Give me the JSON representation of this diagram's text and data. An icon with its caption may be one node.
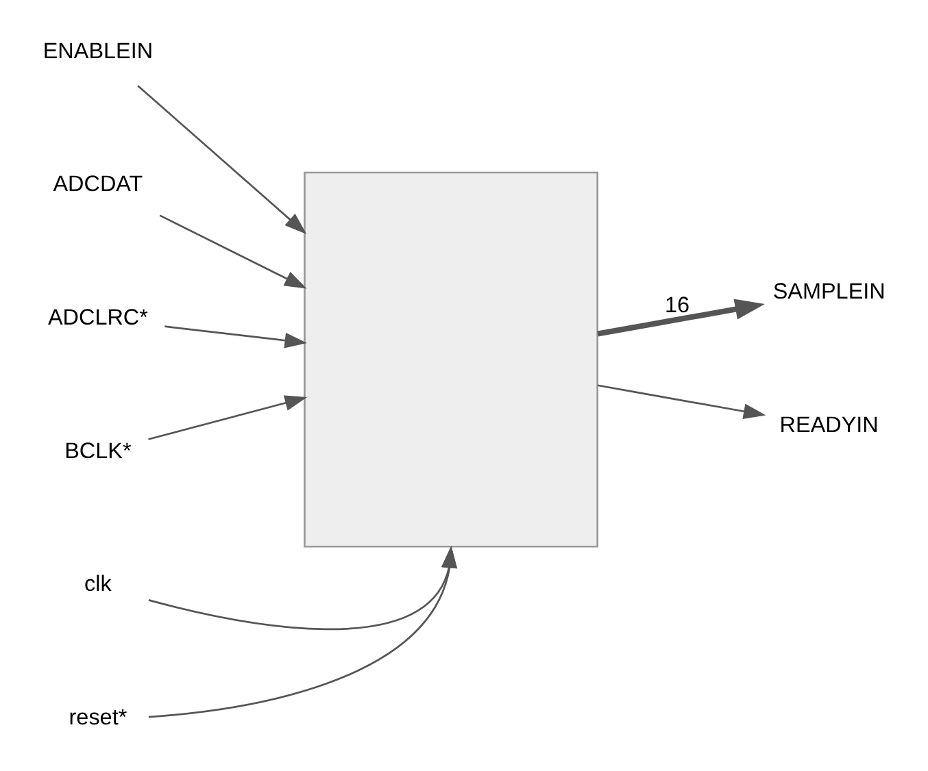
{
  "diagram": {
    "nodes": [
      {
        "text": [],
        "shape": "box"
      },
      {
        "text": [
          "ENABLEIN"
        ]
      },
      {
        "text": [
          "ADCDAT"
        ]
      },
      {
        "text": [
          "ADCLRC*"
        ]
      },
      {
        "text": [
          "BCLK*"
        ]
      },
      {
        "text": [
          "SAMPLEIN"
        ]
      },
      {
        "text": [
          "READYIN"
        ]
      },
      {
        "text": [
          "clk"
        ]
      },
      {
        "text": [
          "reset*"
        ]
      }
    ],
    "edges": [
      {
        "from": 1,
        "to": 0,
        "arrow": "to"
      },
      {
        "from": 2,
        "to": 0,
        "arrow": "to"
      },
      {
        "from": 3,
        "to": 0,
        "arrow": "to"
      },
      {
        "from": 4,
        "to": 0,
        "arrow": "to"
      },
      {
        "from": 0,
        "to": 5,
        "arrow": "to",
        "label": "16",
        "style": "thick"
      },
      {
        "from": 0,
        "to": 6,
        "arrow": "to"
      },
      {
        "from": 7,
        "to": 0,
        "arrow": "to"
      },
      {
        "from": 8,
        "to": 0,
        "arrow": "to"
      }
    ]
  }
}
